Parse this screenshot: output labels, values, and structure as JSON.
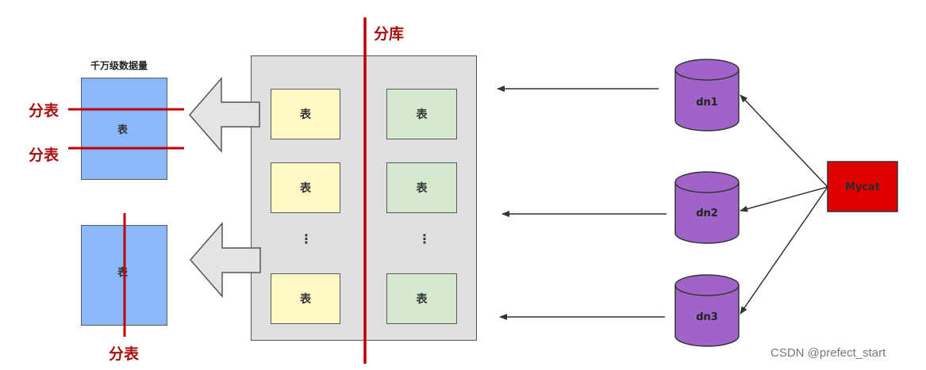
{
  "header_label": "分库",
  "big_table": {
    "caption": "千万级数据量",
    "label": "表"
  },
  "split_label_top": "分表",
  "split_label_mid": "分表",
  "split_label_bottom": "分表",
  "second_table_label": "表",
  "db_panel": {
    "left_column": [
      "表",
      "表",
      "⋮",
      "表"
    ],
    "right_column": [
      "表",
      "表",
      "⋮",
      "表"
    ]
  },
  "nodes": [
    "dn1",
    "dn2",
    "dn3"
  ],
  "mycat_label": "Mycat",
  "watermark": "CSDN @prefect_start",
  "colors": {
    "red": "#c00000",
    "mycat": "#e00000",
    "cylinder": "#a064c8",
    "blue_table": "#8ab8f8",
    "yellow_table": "#fdf8c4",
    "green_table": "#d6e9cf",
    "panel": "#e0e0e0"
  }
}
